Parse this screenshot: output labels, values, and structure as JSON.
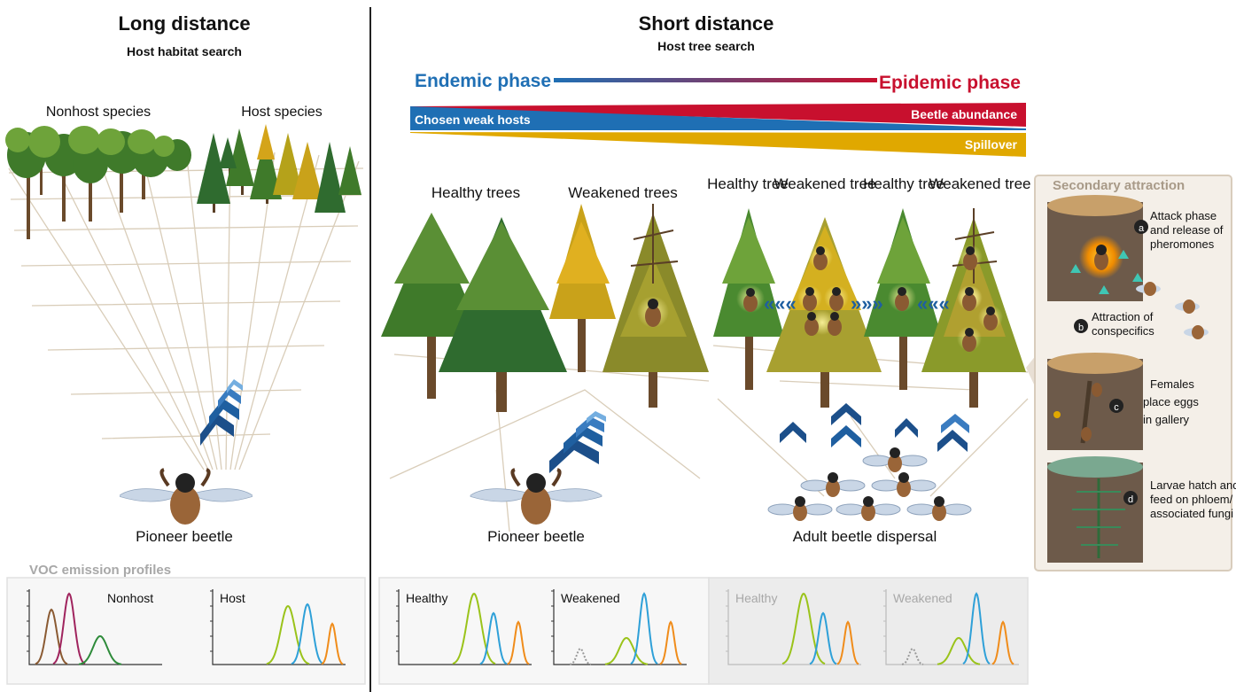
{
  "left_panel": {
    "title": "Long distance",
    "subtitle": "Host habitat search",
    "nonhost_label": "Nonhost species",
    "host_label": "Host species",
    "beetle_label": "Pioneer beetle"
  },
  "right_panel": {
    "title": "Short distance",
    "subtitle": "Host tree search",
    "endemic_label": "Endemic phase",
    "epidemic_label": "Epidemic phase",
    "bar_weak_hosts": "Chosen weak hosts",
    "bar_abundance": "Beetle abundance",
    "bar_spillover": "Spillover",
    "healthy_trees_label": "Healthy trees",
    "weakened_trees_label": "Weakened trees",
    "healthy_tree_label": "Healthy tree",
    "weakened_tree_label": "Weakened tree",
    "pioneer_label": "Pioneer beetle",
    "dispersal_label": "Adult beetle dispersal"
  },
  "secondary": {
    "title": "Secondary attraction",
    "steps": [
      {
        "letter": "a",
        "text": "Attack phase and release of pheromones"
      },
      {
        "letter": "b",
        "text": "Attraction of conspecifics"
      },
      {
        "letter": "c",
        "text": "Females place eggs in gallery"
      },
      {
        "letter": "d",
        "text": "Larvae hatch and feed on phloem/ associated fungi"
      }
    ]
  },
  "voc": {
    "title": "VOC emission profiles",
    "profiles": [
      {
        "label": "Nonhost"
      },
      {
        "label": "Host"
      },
      {
        "label": "Healthy"
      },
      {
        "label": "Weakened"
      },
      {
        "label": "Healthy"
      },
      {
        "label": "Weakened"
      }
    ]
  },
  "colors": {
    "endemic_blue": "#1f6fb4",
    "epidemic_red": "#c8102e",
    "spillover_yellow": "#e0a800",
    "dark_green": "#3f6b2a",
    "light_green": "#6e9a3c",
    "yellow_tree": "#c9a21a",
    "beetle_brown": "#8a5a32",
    "arrow_blue": "#1c4f8a"
  }
}
